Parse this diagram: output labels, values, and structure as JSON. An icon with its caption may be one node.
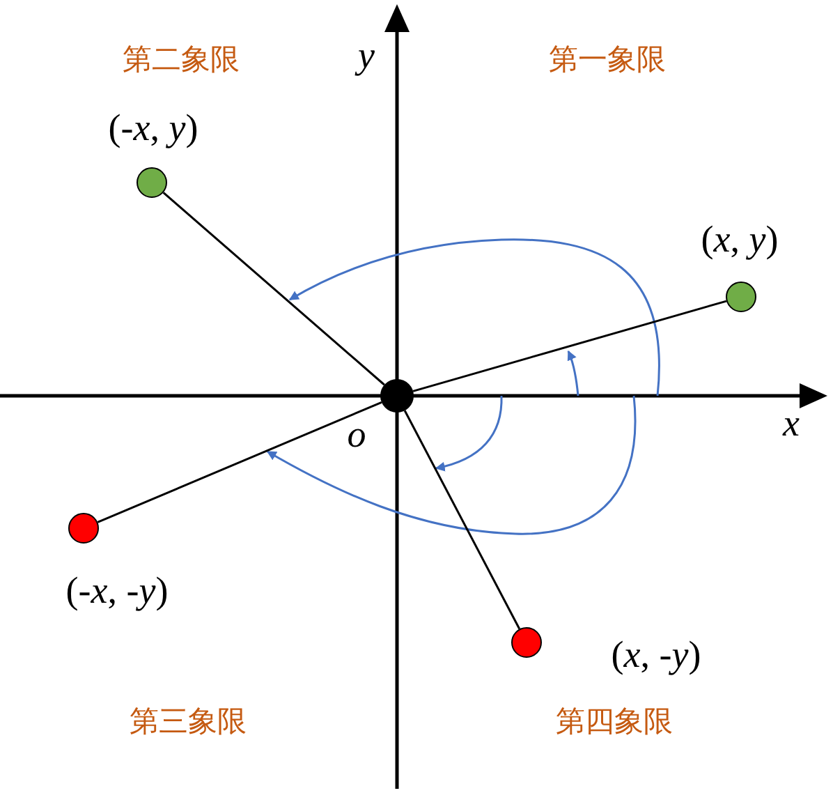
{
  "diagram": {
    "nodes": [
      {
        "text": [],
        "shape": "circle",
        "beside": [
          "*o*"
        ]
      },
      {
        "text": [],
        "shape": "circle",
        "beside": [
          "(*x*, *y*)"
        ]
      },
      {
        "text": [],
        "shape": "circle",
        "beside": [
          "(-*x*, *y*)"
        ]
      },
      {
        "text": [],
        "shape": "circle",
        "beside": [
          "(-*x*, -*y*)"
        ]
      },
      {
        "text": [],
        "shape": "circle",
        "beside": [
          "(*x*, -*y*)"
        ]
      }
    ],
    "edges": [
      {
        "from": 0,
        "to": 1,
        "arrow": "none"
      },
      {
        "from": 0,
        "to": 2,
        "arrow": "none"
      },
      {
        "from": 0,
        "to": 3,
        "arrow": "none"
      },
      {
        "from": 0,
        "to": 4,
        "arrow": "none"
      }
    ],
    "labels": [
      "第二象限",
      "*y*",
      "第一象限",
      "*x*",
      "第三象限",
      "第四象限"
    ]
  }
}
